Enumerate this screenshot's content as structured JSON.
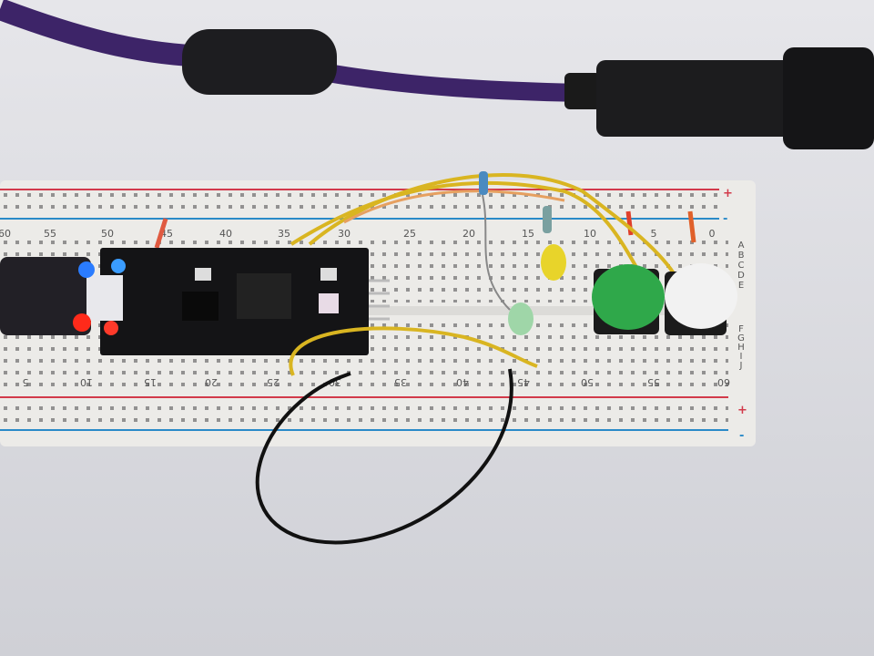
{
  "breadboard": {
    "top_column_numbers": [
      "60",
      "55",
      "50",
      "45",
      "40",
      "35",
      "30",
      "25",
      "20",
      "15",
      "10",
      "5",
      "0"
    ],
    "bottom_column_numbers": [
      "5",
      "10",
      "15",
      "20",
      "25",
      "30",
      "35",
      "40",
      "45",
      "50",
      "55",
      "60"
    ],
    "row_letters": [
      "A",
      "B",
      "C",
      "D",
      "E",
      "F",
      "G",
      "H",
      "I",
      "J"
    ],
    "rail_plus": "+",
    "rail_minus": "-"
  },
  "colors": {
    "cable": "#4a2a7a",
    "rail_red": "#d23a4a",
    "rail_blue": "#2a8ac8",
    "button_green": "#2fa84a",
    "button_white": "#f2f2f2",
    "wire_yellow": "#d9b521",
    "led_blue": "#2a7cff",
    "led_red": "#ff2a1a"
  }
}
